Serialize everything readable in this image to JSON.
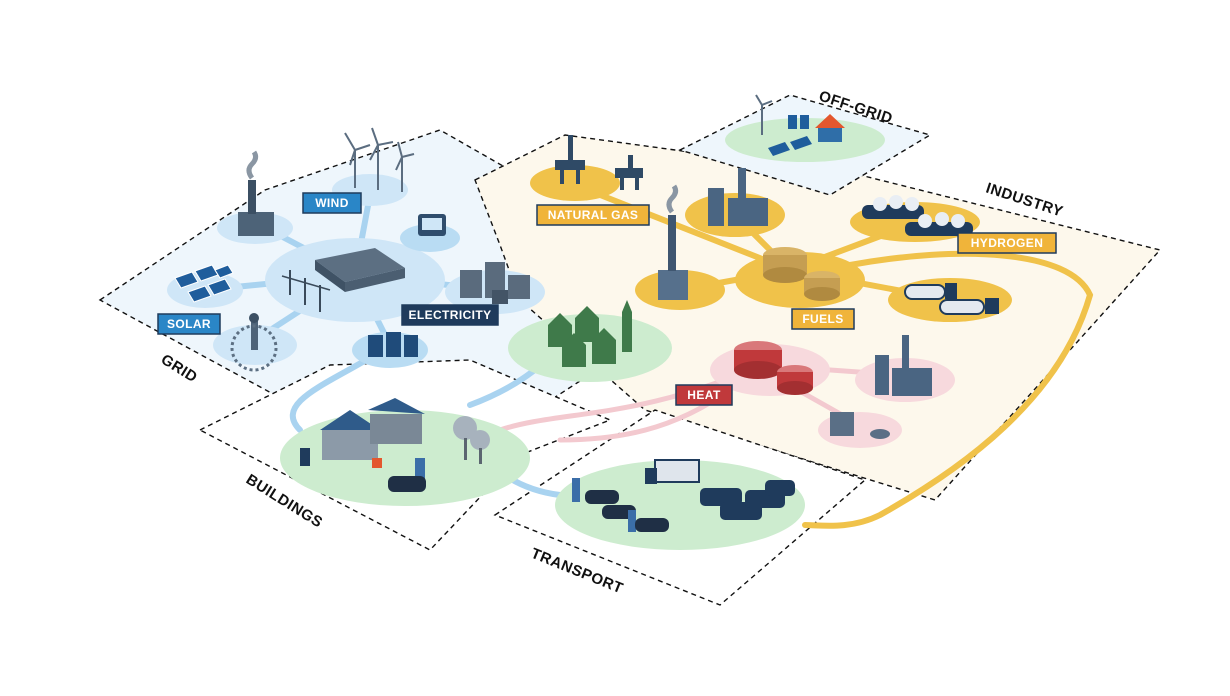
{
  "zones": {
    "grid": "GRID",
    "off_grid": "OFF-GRID",
    "industry": "INDUSTRY",
    "buildings": "BUILDINGS",
    "transport": "TRANSPORT"
  },
  "tags": {
    "wind": "WIND",
    "solar": "SOLAR",
    "electricity": "ELECTRICITY",
    "natural_gas": "NATURAL GAS",
    "hydrogen": "HYDROGEN",
    "fuels": "FUELS",
    "heat": "HEAT"
  },
  "colors": {
    "grid_blue": "#3a9bd6",
    "grid_zone_fill": "#eef6fc",
    "industry_zone_fill": "#fdf8ec",
    "fuel_yellow": "#f0c24a",
    "heat_red": "#c0393b",
    "green_disc": "#cdeccf",
    "dark_navy": "#1f3b5c"
  }
}
